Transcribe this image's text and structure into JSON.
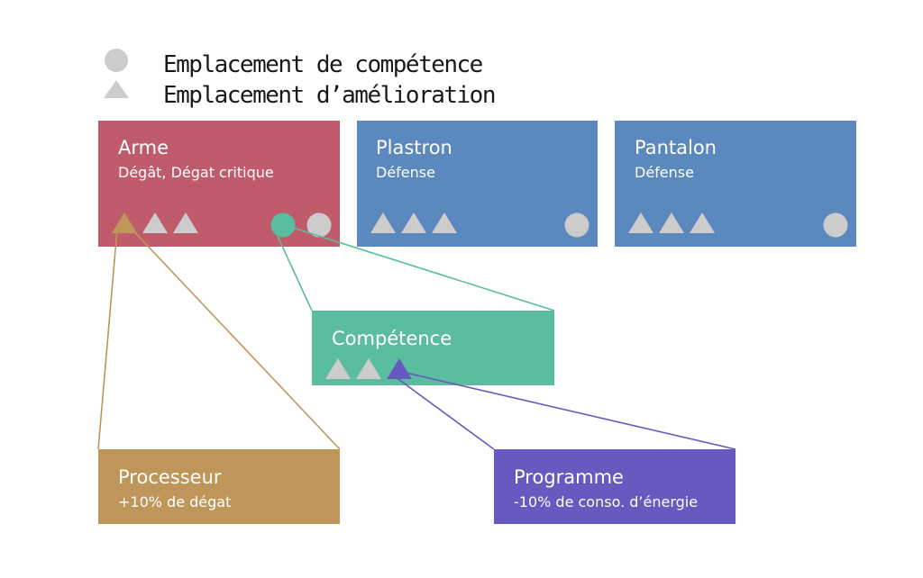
{
  "legend": {
    "skill_slot": "Emplacement de compétence",
    "upgrade_slot": "Emplacement d’amélioration"
  },
  "colors": {
    "weapon": "#bf5b6a",
    "armor": "#5b88bf",
    "skill": "#5bbd9f",
    "processor": "#bf9659",
    "program": "#6659bf",
    "slot_empty": "#cccccc"
  },
  "items": {
    "weapon": {
      "title": "Arme",
      "subtitle": "Dégât, Dégat critique"
    },
    "chest": {
      "title": "Plastron",
      "subtitle": "Défense"
    },
    "pants": {
      "title": "Pantalon",
      "subtitle": "Défense"
    }
  },
  "skill": {
    "title": "Compétence"
  },
  "processor": {
    "title": "Processeur",
    "subtitle": "+10% de dégat"
  },
  "program": {
    "title": "Programme",
    "subtitle": "-10% de conso. d’énergie"
  }
}
